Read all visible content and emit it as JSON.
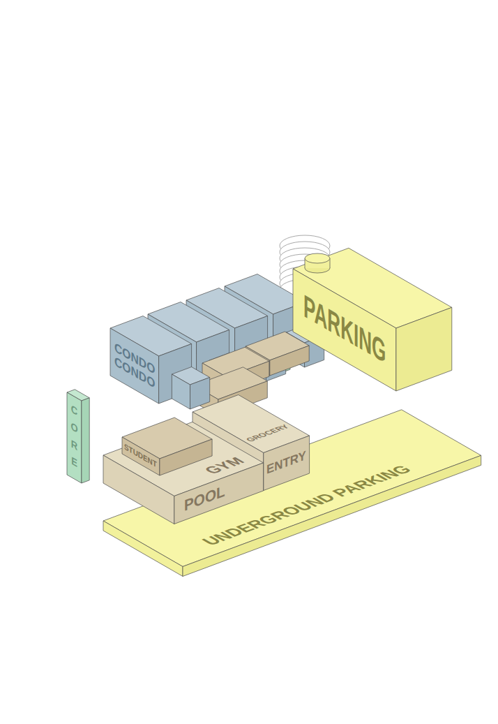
{
  "diagram": {
    "nodes": [
      {
        "text": [
          "CONDO CONDO"
        ]
      },
      {
        "text": [
          "PARKING"
        ]
      },
      {
        "text": [
          "CORE"
        ]
      },
      {
        "text": [
          "STUDENT"
        ]
      },
      {
        "text": [
          "GROCERY",
          "ENTRY"
        ]
      },
      {
        "text": [
          "GYM",
          "POOL"
        ]
      },
      {
        "text": [
          "UNDERGROUND PARKING"
        ]
      }
    ]
  }
}
